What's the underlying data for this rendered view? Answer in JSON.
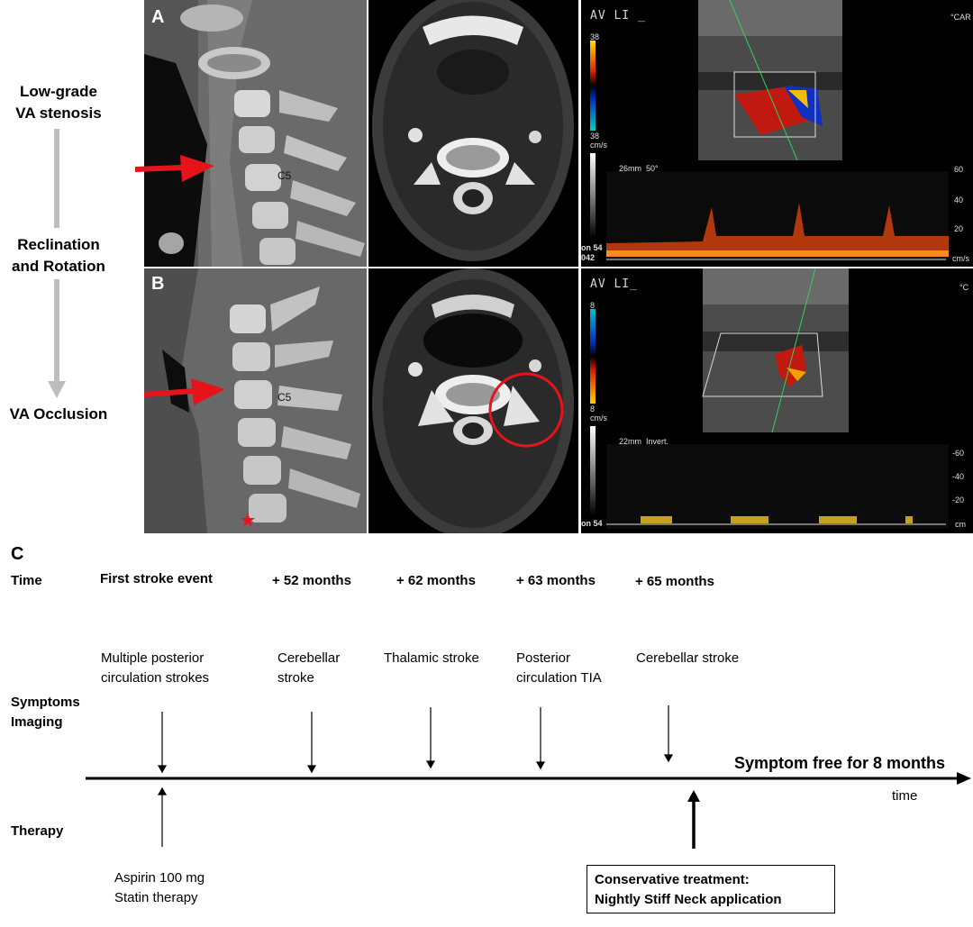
{
  "side_labels": {
    "top": [
      "Low-grade",
      "VA stenosis"
    ],
    "middle": [
      "Reclination",
      "and Rotation"
    ],
    "bottom": "VA Occlusion"
  },
  "panels": {
    "a_letter": "A",
    "b_letter": "B",
    "c_letter": "C",
    "vertebra_label": "C5",
    "us_header_a": "AV LI _",
    "us_header_b": "AV LI_",
    "us_side_tag_a": "°CAR",
    "us_side_tag_b": "°C",
    "us_a": {
      "depth": "26mm",
      "angle": "50°",
      "scale_top": "38",
      "scale_bottom": "38",
      "scale_unit": "cm/s",
      "left_code": "on 54",
      "left_code2": "042",
      "axis_ticks": [
        "60",
        "40",
        "20"
      ],
      "axis_unit": "cm/s"
    },
    "us_b": {
      "depth": "22mm",
      "mode": "Invert.",
      "scale_top": "8",
      "scale_bottom": "8",
      "scale_unit": "cm/s",
      "left_code": "on 54",
      "axis_ticks": [
        "-60",
        "-40",
        "-20"
      ],
      "axis_unit": "cm"
    }
  },
  "timeline": {
    "time_label": "Time",
    "symptoms_label_1": "Symptoms",
    "symptoms_label_2": "Imaging",
    "therapy_label": "Therapy",
    "axis_label": "time",
    "outcome": "Symptom free for 8 months",
    "events": [
      {
        "time": "First stroke event",
        "symptom": [
          "Multiple posterior",
          "circulation strokes"
        ]
      },
      {
        "time": "+ 52 months",
        "symptom": [
          "Cerebellar",
          "stroke"
        ]
      },
      {
        "time": "+ 62 months",
        "symptom": [
          "Thalamic stroke"
        ]
      },
      {
        "time": "+ 63 months",
        "symptom": [
          "Posterior",
          "circulation TIA"
        ]
      },
      {
        "time": "+ 65 months",
        "symptom": [
          "Cerebellar stroke"
        ]
      }
    ],
    "therapy_initial": [
      "Aspirin 100 mg",
      "Statin therapy"
    ],
    "therapy_later": [
      "Conservative treatment:",
      "Nightly Stiff Neck application"
    ]
  },
  "colors": {
    "arrow_red": "#e5141b",
    "flow_arrow_gray": "#bdbdbd",
    "doppler_orange": "#e8701a"
  }
}
